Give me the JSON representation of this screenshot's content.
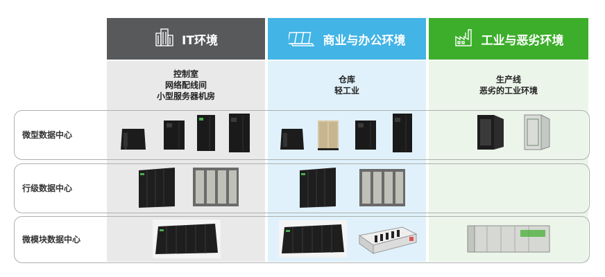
{
  "columns": [
    {
      "title": "IT环境",
      "icon": "building-icon",
      "header_color": "#58595b",
      "body_color": "#e9e9e9",
      "subtitles": [
        "控制室",
        "网络配线间",
        "小型服务器机房"
      ]
    },
    {
      "title": "商业与办公环境",
      "icon": "office-icon",
      "header_color": "#42b4e6",
      "body_color": "#e0f1fb",
      "subtitles": [
        "仓库",
        "轻工业"
      ]
    },
    {
      "title": "工业与恶劣环境",
      "icon": "factory-icon",
      "header_color": "#3dae2b",
      "body_color": "#ecf5ea",
      "subtitles": [
        "生产线",
        "恶劣的工业环境"
      ]
    }
  ],
  "rows": [
    {
      "label": "微型数据中心"
    },
    {
      "label": "行级数据中心"
    },
    {
      "label": "微模块数据中心"
    }
  ]
}
